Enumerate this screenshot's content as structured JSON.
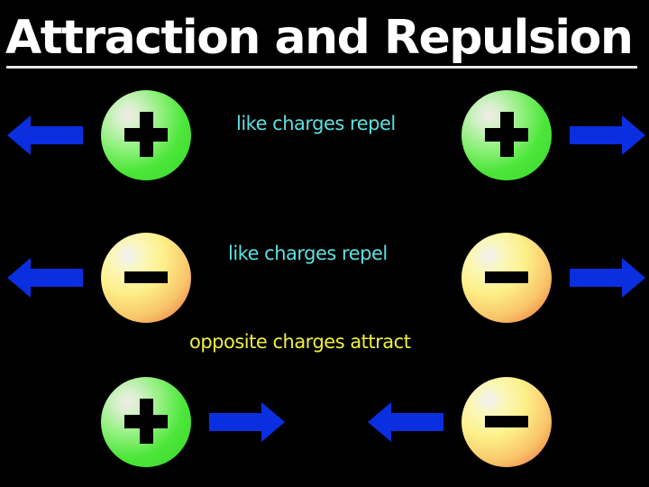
{
  "title": "Attraction and Repulsion",
  "colors": {
    "background": "#000000",
    "title": "#ffffff",
    "caption_like": "#5ee0e0",
    "caption_opposite": "#f2ef3c",
    "arrow": "#0a2fe0",
    "positive_sphere": "#4ce63a",
    "negative_sphere": "#fdf08a"
  },
  "rows": [
    {
      "caption": "like charges repel",
      "left_charge": "+",
      "right_charge": "+",
      "left_arrow": "arrow-left-icon",
      "right_arrow": "arrow-right-icon",
      "interaction": "repel"
    },
    {
      "caption": "like charges repel",
      "left_charge": "−",
      "right_charge": "−",
      "left_arrow": "arrow-left-icon",
      "right_arrow": "arrow-right-icon",
      "interaction": "repel"
    },
    {
      "caption": "opposite charges attract",
      "left_charge": "+",
      "right_charge": "−",
      "left_arrow": "arrow-right-icon",
      "right_arrow": "arrow-left-icon",
      "interaction": "attract"
    }
  ]
}
